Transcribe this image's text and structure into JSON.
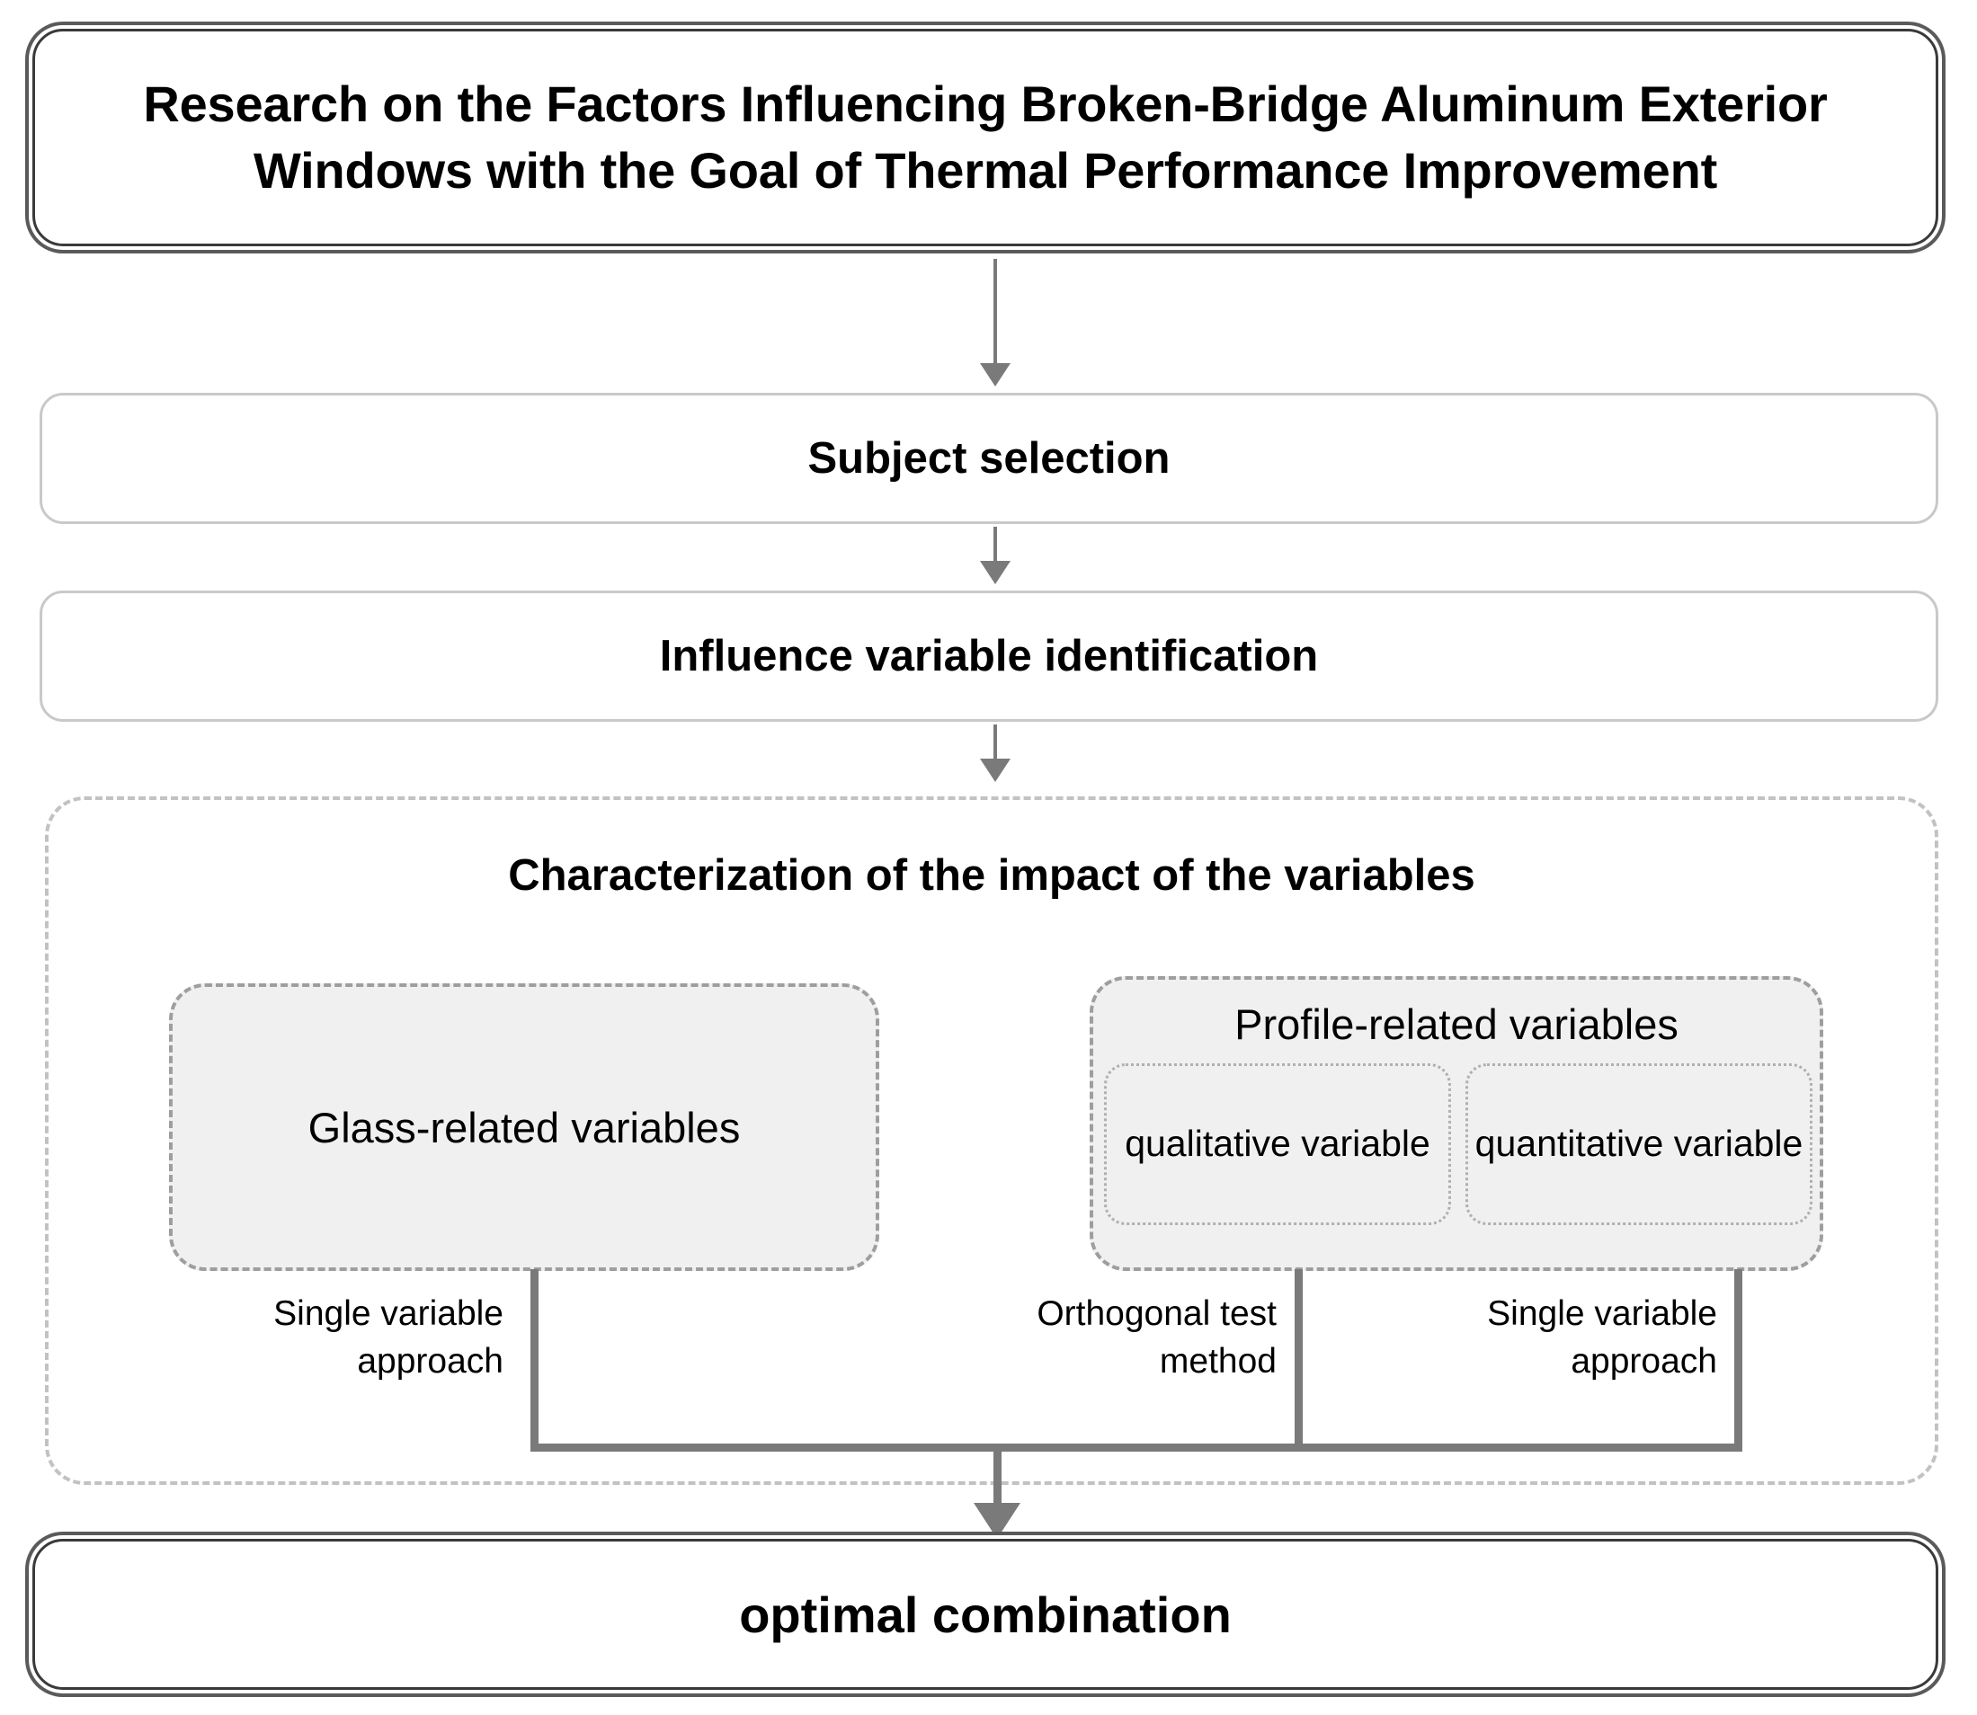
{
  "diagram": {
    "title_box": {
      "label": "Research on the Factors Influencing Broken-Bridge Aluminum Exterior Windows with the Goal of Thermal Performance Improvement"
    },
    "steps": [
      {
        "label": "Subject selection"
      },
      {
        "label": "Influence variable identification"
      }
    ],
    "group": {
      "label": "Characterization of the impact of the variables",
      "children": [
        {
          "label": "Glass-related variables",
          "edge_label": "Single variable\napproach"
        },
        {
          "label": "Profile-related variables",
          "children": [
            {
              "label": "qualitative\nvariable",
              "edge_label": "Orthogonal test\nmethod"
            },
            {
              "label": "quantitative\nvariable",
              "edge_label": "Single variable\napproach"
            }
          ]
        }
      ]
    },
    "result_box": {
      "label": "optimal combination"
    },
    "colors": {
      "text": "#000000",
      "strong_border": "#3a3a3a",
      "plain_border": "#c9c9c9",
      "dashed_border": "#9e9e9e",
      "dotted_border": "#b0b0b0",
      "fill_gray": "#f0f0f0",
      "connector": "#7a7a7a",
      "background": "#ffffff"
    }
  }
}
